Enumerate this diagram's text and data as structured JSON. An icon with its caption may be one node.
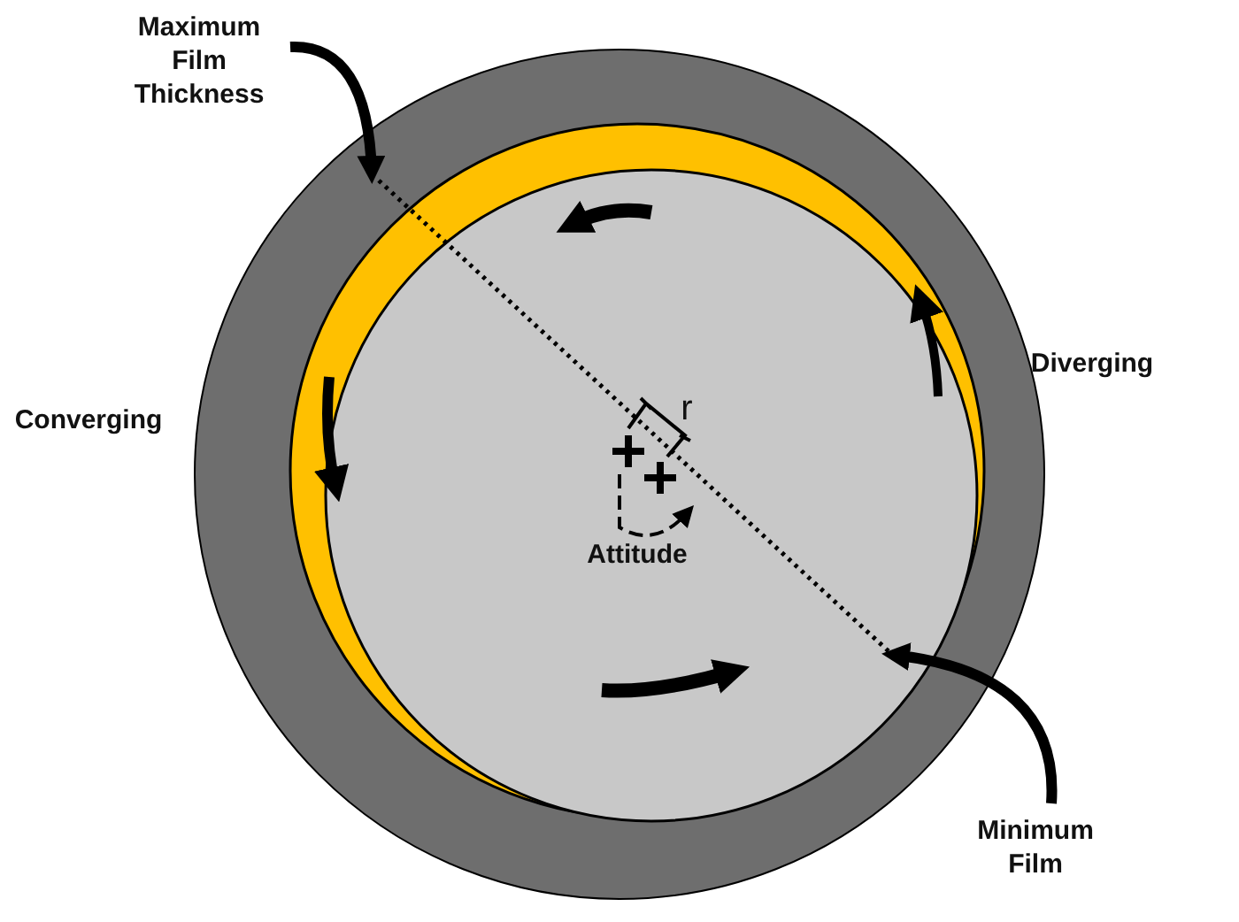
{
  "diagram": {
    "nodes": [
      {
        "text": [
          "Maximum Film Thickness"
        ]
      },
      {
        "text": [
          "Minimum Film"
        ]
      }
    ],
    "edges": [
      {
        "from": 0,
        "to": null,
        "arrow": "to"
      },
      {
        "from": 1,
        "to": null,
        "arrow": "to"
      }
    ],
    "labels": [
      "Diverging",
      "Converging",
      "r",
      "Attitude"
    ]
  }
}
